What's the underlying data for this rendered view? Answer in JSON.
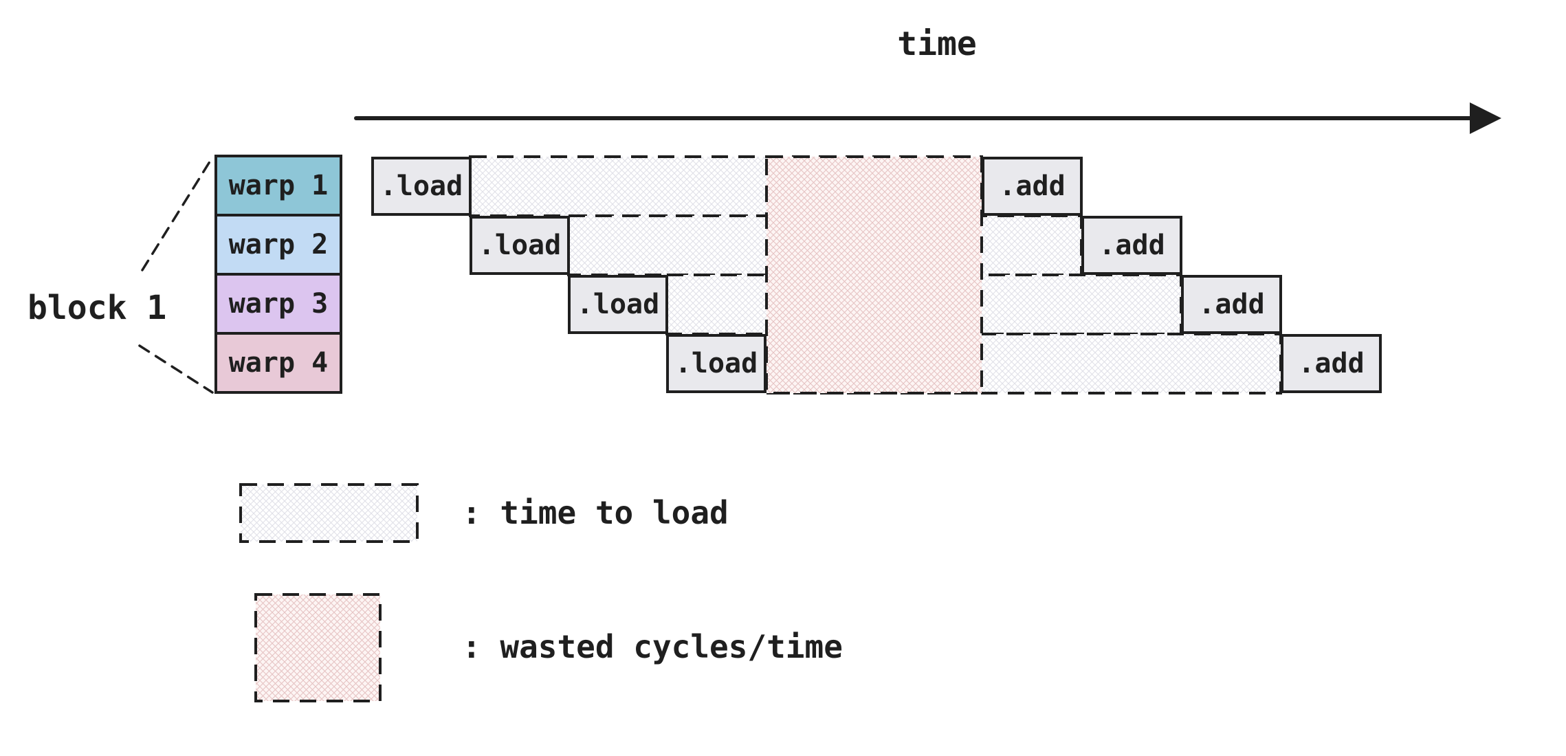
{
  "diagram": {
    "time_axis_label": "time",
    "block": {
      "label": "block 1",
      "warps": [
        {
          "label": "warp 1",
          "color": "#8ec6d7"
        },
        {
          "label": "warp 2",
          "color": "#c2dbf4"
        },
        {
          "label": "warp 3",
          "color": "#dcc5ef"
        },
        {
          "label": "warp 4",
          "color": "#e8c9d7"
        }
      ]
    },
    "timeline": {
      "rows": [
        {
          "warp": "warp 1",
          "load": ".load",
          "add": ".add"
        },
        {
          "warp": "warp 2",
          "load": ".load",
          "add": ".add"
        },
        {
          "warp": "warp 3",
          "load": ".load",
          "add": ".add"
        },
        {
          "warp": "warp 4",
          "load": ".load",
          "add": ".add"
        }
      ]
    },
    "legend": [
      {
        "label": ": time to load",
        "swatch": "light-crosshatch"
      },
      {
        "label": ": wasted cycles/time",
        "swatch": "pink-crosshatch"
      }
    ],
    "colors": {
      "outline": "#1f1f1f",
      "op_box_fill": "#e9e9ed",
      "light_hatch_line": "#e0e0e8",
      "pink_hatch_bg": "#fdf5f4",
      "pink_hatch_line": "#e6c3c3"
    }
  }
}
